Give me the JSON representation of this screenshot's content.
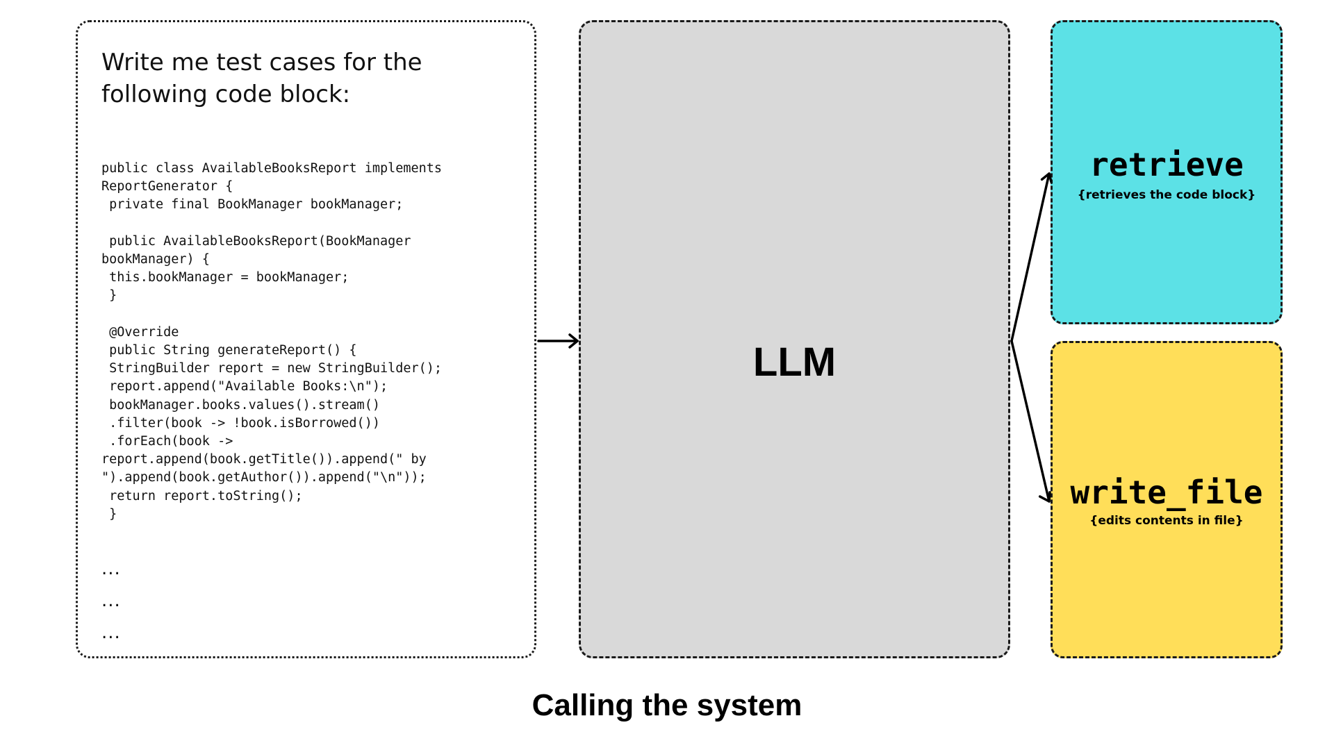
{
  "prompt": {
    "heading": "Write me test cases for the following code block:",
    "code": "public class AvailableBooksReport implements\nReportGenerator {\n private final BookManager bookManager;\n\n public AvailableBooksReport(BookManager\nbookManager) {\n this.bookManager = bookManager;\n }\n\n @Override\n public String generateReport() {\n StringBuilder report = new StringBuilder();\n report.append(\"Available Books:\\n\");\n bookManager.books.values().stream()\n .filter(book -> !book.isBorrowed())\n .forEach(book ->\nreport.append(book.getTitle()).append(\" by\n\").append(book.getAuthor()).append(\"\\n\"));\n return report.toString();\n }",
    "ellipses": [
      "...",
      "...",
      "..."
    ]
  },
  "llm": {
    "label": "LLM",
    "fill_color": "#d9d9d9"
  },
  "tools": {
    "retrieve": {
      "name": "retrieve",
      "description": "{retrieves the code block}",
      "fill_color": "#5ce1e6"
    },
    "write_file": {
      "name": "write_file",
      "description": "{edits contents in file}",
      "fill_color": "#ffde59"
    }
  },
  "caption": "Calling the system"
}
